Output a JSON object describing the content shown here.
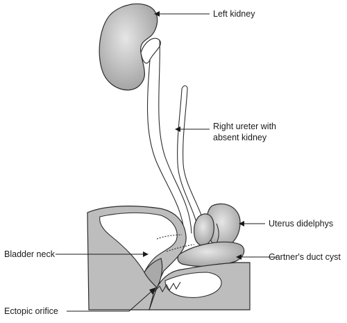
{
  "labels": {
    "left_kidney": "Left kidney",
    "right_ureter_line1": "Right ureter with",
    "right_ureter_line2": "absent kidney",
    "uterus": "Uterus didelphys",
    "bladder_neck": "Bladder neck",
    "gartner": "Gartner's duct cyst",
    "ectopic": "Ectopic orifice"
  },
  "colors": {
    "organ_fill": "#bdbdbd",
    "outline": "#2b2b2b",
    "background": "#ffffff"
  }
}
